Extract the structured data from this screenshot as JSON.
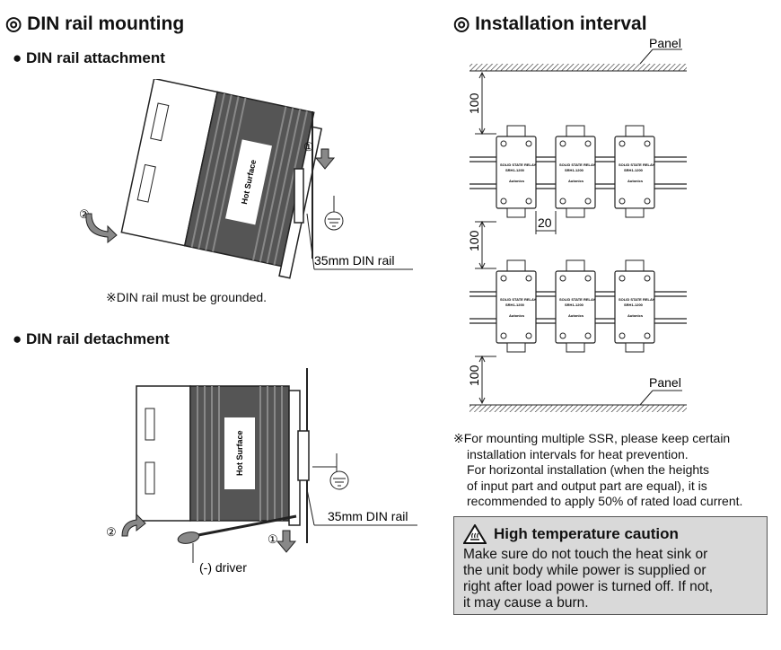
{
  "mounting": {
    "title": "◎ DIN rail mounting",
    "attach_heading": "● DIN rail attachment",
    "detach_heading": "● DIN rail detachment",
    "rail_label_1": "35mm DIN rail",
    "rail_label_2": "35mm DIN rail",
    "ground_note": "※DIN rail must be grounded.",
    "driver_label": "(-) driver",
    "step_1": "①",
    "step_2": "②",
    "hot_surface": "Hot Surface"
  },
  "interval": {
    "title": "◎ Installation interval",
    "panel_top": "Panel",
    "panel_bottom": "Panel",
    "dim_100": "100",
    "dim_20": "20",
    "ssr_label_1": "SOLID STATE RELAY",
    "ssr_label_2": "SRH1-1200",
    "ssr_brand": "Autonics",
    "note_lines": [
      "※For mounting multiple SSR, please keep certain",
      "installation intervals for heat prevention.",
      "For horizontal installation (when the heights",
      "of input part and output part are equal), it is",
      "recommended to apply 50% of rated load current."
    ]
  },
  "caution": {
    "title": "High temperature caution",
    "lines": [
      "Make sure do not touch the heat sink or",
      "the unit body while power is supplied or",
      "right after load power is turned off. If not,",
      "it may cause a burn."
    ]
  }
}
